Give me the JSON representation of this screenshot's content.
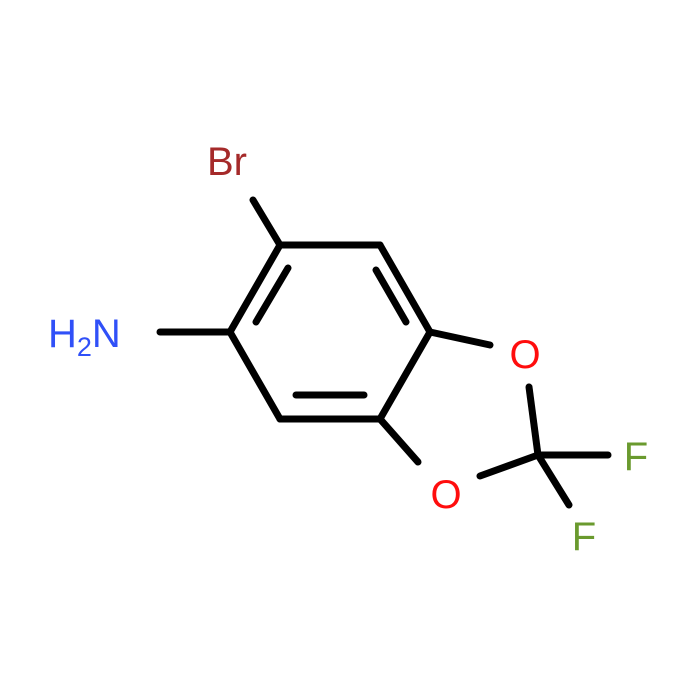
{
  "atoms": {
    "br": {
      "label": "Br",
      "color": "#a52a2a"
    },
    "nh2": {
      "label": "H",
      "subscript": "2",
      "suffix": "N",
      "color": "#3050f8"
    },
    "o_top": {
      "label": "O",
      "color": "#ff0d0d"
    },
    "o_bottom": {
      "label": "O",
      "color": "#ff0d0d"
    },
    "f_right": {
      "label": "F",
      "color": "#6a9a2e"
    },
    "f_lower": {
      "label": "F",
      "color": "#6a9a2e"
    }
  },
  "bond_color": "#000000"
}
